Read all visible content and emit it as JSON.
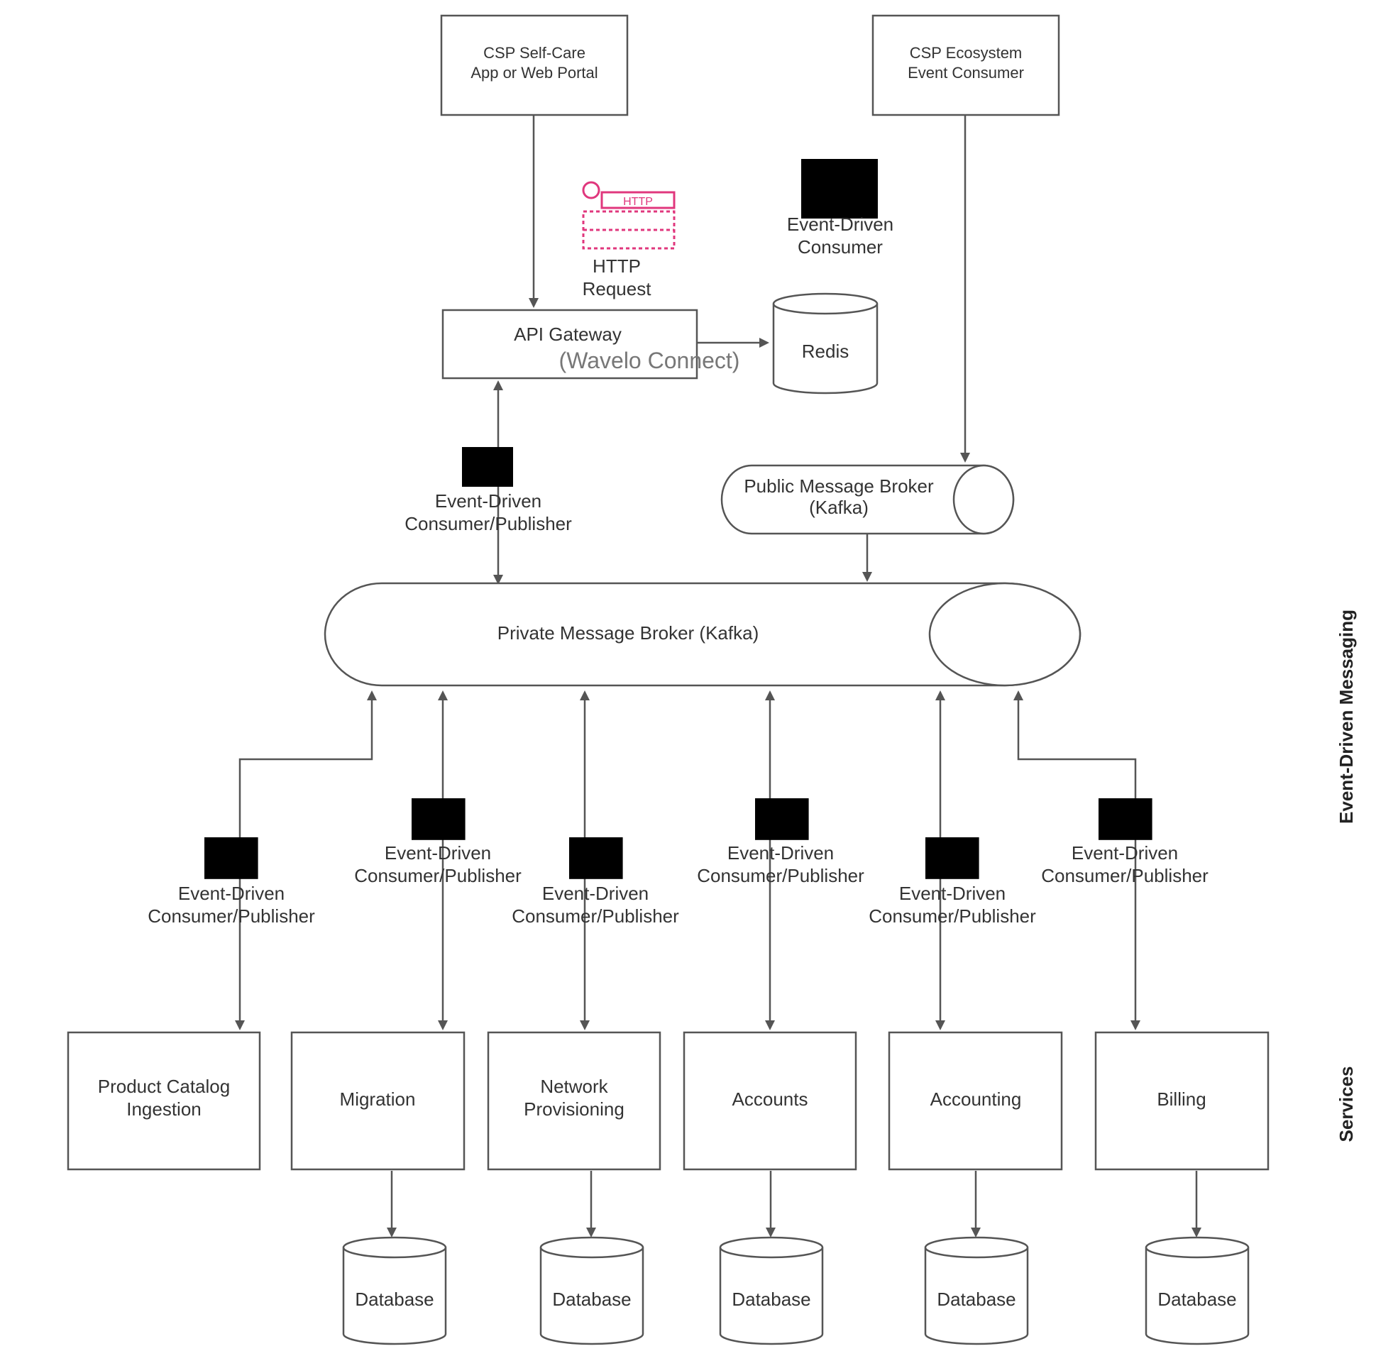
{
  "top": {
    "self_care": [
      "CSP Self-Care",
      "App or Web Portal"
    ],
    "eco_consumer": [
      "CSP Ecosystem",
      "Event Consumer"
    ]
  },
  "http_request": {
    "tag": "HTTP",
    "line1": "HTTP",
    "line2": "Request"
  },
  "event_consumer": {
    "line1": "Event-Driven",
    "line2": "Consumer"
  },
  "api_gateway": {
    "title": "API Gateway",
    "subtitle": "(Wavelo Connect)"
  },
  "redis": "Redis",
  "public_broker": [
    "Public Message Broker",
    "(Kafka)"
  ],
  "private_broker": "Private Message Broker (Kafka)",
  "cp_label": {
    "line1": "Event-Driven",
    "line2": "Consumer/Publisher"
  },
  "services": [
    {
      "lines": [
        "Product Catalog",
        "Ingestion"
      ]
    },
    {
      "lines": [
        "Migration"
      ]
    },
    {
      "lines": [
        "Network",
        "Provisioning"
      ]
    },
    {
      "lines": [
        "Accounts"
      ]
    },
    {
      "lines": [
        "Accounting"
      ]
    },
    {
      "lines": [
        "Billing"
      ]
    }
  ],
  "database_label": "Database",
  "side_labels": {
    "messaging": "Event-Driven Messaging",
    "services": "Services"
  }
}
